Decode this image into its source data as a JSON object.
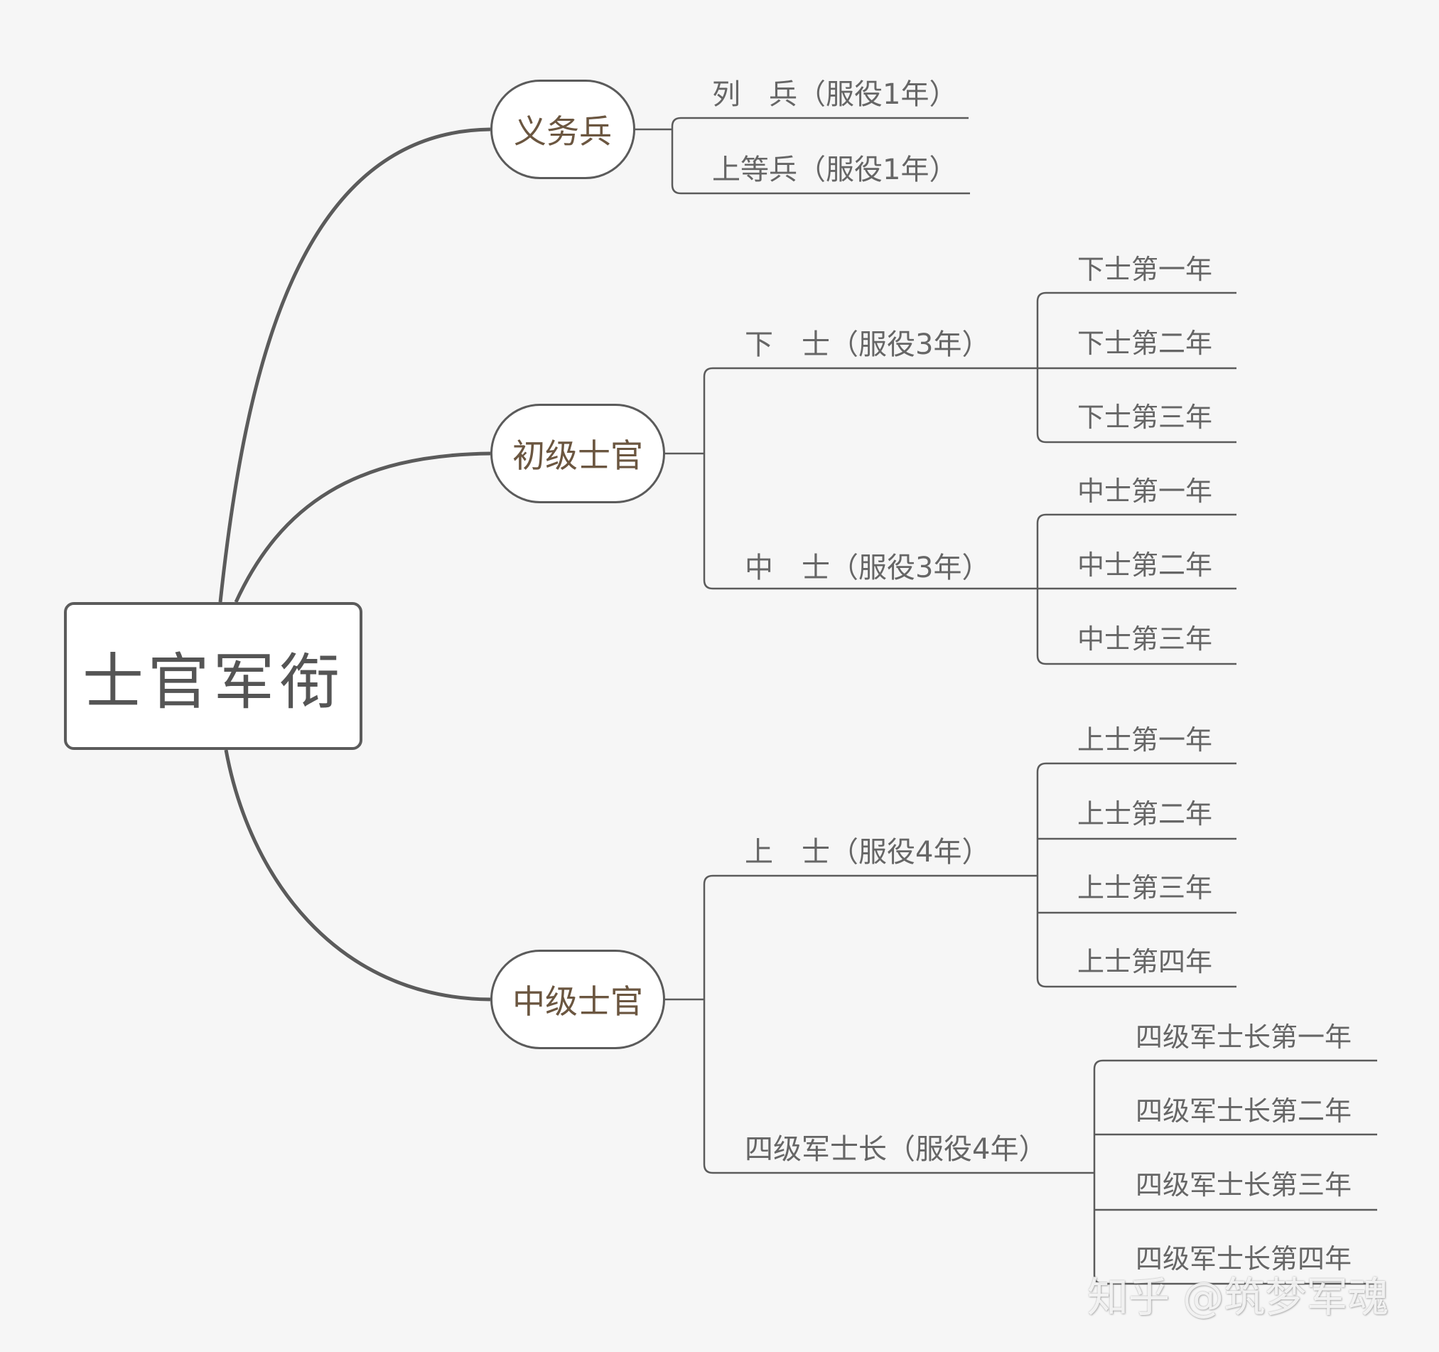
{
  "root": {
    "label": "士官军衔"
  },
  "branches": [
    {
      "label": "义务兵",
      "ranks": [
        {
          "label": "列　兵（服役1年）",
          "years": []
        },
        {
          "label": "上等兵（服役1年）",
          "years": []
        }
      ]
    },
    {
      "label": "初级士官",
      "ranks": [
        {
          "label": "下　士（服役3年）",
          "years": [
            "下士第一年",
            "下士第二年",
            "下士第三年"
          ]
        },
        {
          "label": "中　士（服役3年）",
          "years": [
            "中士第一年",
            "中士第二年",
            "中士第三年"
          ]
        }
      ]
    },
    {
      "label": "中级士官",
      "ranks": [
        {
          "label": "上　士（服役4年）",
          "years": [
            "上士第一年",
            "上士第二年",
            "上士第三年",
            "上士第四年"
          ]
        },
        {
          "label": "四级军士长（服役4年）",
          "years": [
            "四级军士长第一年",
            "四级军士长第二年",
            "四级军士长第三年",
            "四级军士长第四年"
          ]
        }
      ]
    }
  ],
  "watermark": "知乎 @筑梦军魂"
}
